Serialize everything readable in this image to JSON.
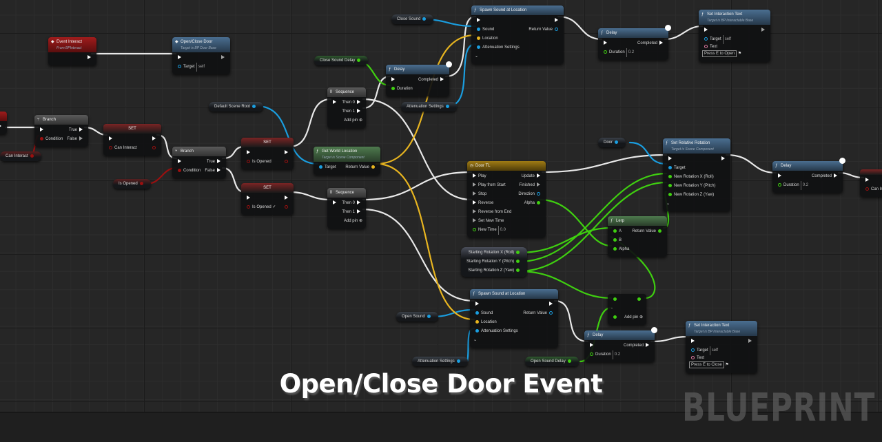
{
  "colors": {
    "exec": "#ffffff",
    "bool": "#9a1010",
    "object": "#1a9ee0",
    "vector": "#e8b520",
    "float": "#3fcf10",
    "text": "#e07aa0",
    "hdr_event": "#8a1616",
    "hdr_func": "#3a5a78",
    "hdr_flow": "#4a4a4a",
    "hdr_set": "#6a2020",
    "hdr_pure": "#3e6a3e",
    "hdr_timeline": "#8a6a10"
  },
  "title": "Open/Close Door Event",
  "watermark": "BLUEPRINT",
  "nodes": [
    {
      "id": "event-interact",
      "kind": "event",
      "icon": "event-icon",
      "title": "Event Interact",
      "subtitle": "From BPInteract",
      "rows": [
        [
          "",
          null,
          "",
          {
            "t": "exec"
          }
        ]
      ]
    },
    {
      "id": "open-close-door",
      "kind": "func",
      "icon": "event-icon",
      "title": "Open/Close Door",
      "subtitle": "Target is BP Door Base",
      "rows": [
        [
          {
            "t": "exec"
          },
          "",
          null,
          {
            "t": "exec-out"
          }
        ],
        [
          {
            "t": "object",
            "hollow": true
          },
          "Target",
          "self",
          null
        ]
      ]
    },
    {
      "id": "left-cut-event",
      "kind": "event",
      "title": "or",
      "rows": [
        [
          "",
          null,
          "",
          {
            "t": "exec"
          }
        ]
      ]
    },
    {
      "id": "branch-1",
      "kind": "flow",
      "icon": "branch-icon",
      "title": "Branch",
      "rows": [
        [
          {
            "t": "exec"
          },
          "",
          null,
          "True",
          {
            "t": "exec"
          }
        ],
        [
          {
            "t": "bool"
          },
          "Condition",
          null,
          "False",
          {
            "t": "exec-out"
          }
        ]
      ]
    },
    {
      "id": "set-can-interact",
      "kind": "set",
      "title": "SET",
      "rows": [
        [
          {
            "t": "exec"
          },
          "",
          null,
          "",
          {
            "t": "exec"
          }
        ],
        [
          {
            "t": "bool",
            "hollow": true
          },
          "Can Interact",
          null,
          "",
          {
            "t": "bool",
            "hollow": true
          }
        ]
      ]
    },
    {
      "id": "branch-2",
      "kind": "flow",
      "icon": "branch-icon",
      "title": "Branch",
      "rows": [
        [
          {
            "t": "exec"
          },
          "",
          null,
          "True",
          {
            "t": "exec"
          }
        ],
        [
          {
            "t": "bool"
          },
          "Condition",
          null,
          "False",
          {
            "t": "exec"
          }
        ]
      ]
    },
    {
      "id": "set-is-opened-false",
      "kind": "set",
      "title": "SET",
      "rows": [
        [
          {
            "t": "exec"
          },
          "",
          null,
          "",
          {
            "t": "exec"
          }
        ],
        [
          {
            "t": "bool",
            "hollow": true
          },
          "Is Opened",
          null,
          "",
          {
            "t": "bool",
            "hollow": true
          }
        ]
      ]
    },
    {
      "id": "set-is-opened-true",
      "kind": "set",
      "title": "SET",
      "rows": [
        [
          {
            "t": "exec"
          },
          "",
          null,
          "",
          {
            "t": "exec"
          }
        ],
        [
          {
            "t": "bool",
            "hollow": true
          },
          "Is Opened ✓",
          null,
          "",
          {
            "t": "bool",
            "hollow": true
          }
        ]
      ]
    },
    {
      "id": "sequence-1",
      "kind": "flow",
      "icon": "sequence-icon",
      "title": "Sequence",
      "rows": [
        [
          {
            "t": "exec"
          },
          "",
          null,
          "Then 0",
          {
            "t": "exec"
          }
        ],
        [
          "",
          null,
          "",
          "Then 1",
          {
            "t": "exec"
          }
        ],
        [
          "",
          null,
          "",
          "Add pin ⊕",
          null
        ]
      ]
    },
    {
      "id": "sequence-2",
      "kind": "flow",
      "icon": "sequence-icon",
      "title": "Sequence",
      "rows": [
        [
          {
            "t": "exec"
          },
          "",
          null,
          "Then 0",
          {
            "t": "exec"
          }
        ],
        [
          "",
          null,
          "",
          "Then 1",
          {
            "t": "exec"
          }
        ],
        [
          "",
          null,
          "",
          "Add pin ⊕",
          null
        ]
      ]
    },
    {
      "id": "get-world-location",
      "kind": "pure",
      "icon": "function-icon",
      "title": "Get World Location",
      "subtitle": "Target is Scene Component",
      "rows": [
        [
          {
            "t": "object"
          },
          "Target",
          null,
          "Return Value",
          {
            "t": "vector"
          }
        ]
      ]
    },
    {
      "id": "delay-close",
      "kind": "func",
      "icon": "function-icon",
      "clock": true,
      "title": "Delay",
      "rows": [
        [
          {
            "t": "exec"
          },
          "",
          null,
          "Completed",
          {
            "t": "exec"
          }
        ],
        [
          {
            "t": "float"
          },
          "Duration",
          null,
          "",
          null
        ]
      ]
    },
    {
      "id": "spawn-sound-close",
      "kind": "func",
      "icon": "function-icon",
      "title": "Spawn Sound at Location",
      "rows": [
        [
          {
            "t": "exec"
          },
          "",
          null,
          "",
          {
            "t": "exec"
          }
        ],
        [
          {
            "t": "object"
          },
          "Sound",
          null,
          "Return Value",
          {
            "t": "object",
            "hollow": true
          }
        ],
        [
          {
            "t": "vector"
          },
          "Location",
          null,
          "",
          null
        ],
        [
          {
            "t": "object"
          },
          "Attenuation Settings",
          null,
          "",
          null
        ],
        [
          "",
          "⌄",
          null,
          "",
          null
        ]
      ]
    },
    {
      "id": "delay-open-text",
      "kind": "func",
      "icon": "function-icon",
      "clock": true,
      "title": "Delay",
      "rows": [
        [
          {
            "t": "exec"
          },
          "",
          null,
          "Completed",
          {
            "t": "exec"
          }
        ],
        [
          {
            "t": "float",
            "hollow": true
          },
          "Duration",
          "0.2",
          "",
          null
        ]
      ]
    },
    {
      "id": "set-interaction-text-open",
      "kind": "func",
      "icon": "function-icon",
      "title": "Set Interaction Text",
      "subtitle": "Target is BP Interactable Base",
      "rows": [
        [
          {
            "t": "exec"
          },
          "",
          null,
          "",
          {
            "t": "exec-out"
          }
        ],
        [
          {
            "t": "object",
            "hollow": true
          },
          "Target",
          "self",
          null
        ],
        [
          {
            "t": "text",
            "hollow": true
          },
          "Text",
          {
            "box": "Press E to Open"
          },
          null
        ]
      ]
    },
    {
      "id": "door-tl",
      "kind": "timeline",
      "icon": "timeline-icon",
      "title": "Door TL",
      "rows": [
        [
          {
            "t": "exec"
          },
          "Play",
          null,
          "Update",
          {
            "t": "exec"
          }
        ],
        [
          {
            "t": "exec-out"
          },
          "Play from Start",
          null,
          "Finished",
          {
            "t": "exec-out"
          }
        ],
        [
          {
            "t": "exec-out"
          },
          "Stop",
          null,
          "Direction",
          {
            "t": "object",
            "hollow": true
          }
        ],
        [
          {
            "t": "exec"
          },
          "Reverse",
          null,
          "Alpha",
          {
            "t": "float"
          }
        ],
        [
          {
            "t": "exec-out"
          },
          "Reverse from End",
          null,
          "",
          null
        ],
        [
          {
            "t": "exec-out"
          },
          "Set New Time",
          null,
          "",
          null
        ],
        [
          {
            "t": "float",
            "hollow": true
          },
          "New Time",
          "0.0",
          "",
          null
        ]
      ]
    },
    {
      "id": "set-relative-rotation",
      "kind": "func",
      "icon": "function-icon",
      "title": "Set Relative Rotation",
      "subtitle": "Target is Scene Component",
      "rows": [
        [
          {
            "t": "exec"
          },
          "",
          null,
          "",
          {
            "t": "exec"
          }
        ],
        [
          {
            "t": "object"
          },
          "Target",
          null,
          "",
          null
        ],
        [
          {
            "t": "float"
          },
          "New Rotation X (Roll)",
          null,
          "",
          null
        ],
        [
          {
            "t": "float"
          },
          "New Rotation Y (Pitch)",
          null,
          "",
          null
        ],
        [
          {
            "t": "float"
          },
          "New Rotation Z (Yaw)",
          null,
          "",
          null
        ],
        [
          "",
          "⌄",
          null,
          "",
          null
        ]
      ]
    },
    {
      "id": "delay-rotation",
      "kind": "func",
      "icon": "function-icon",
      "clock": true,
      "title": "Delay",
      "rows": [
        [
          {
            "t": "exec"
          },
          "",
          null,
          "Completed",
          {
            "t": "exec"
          }
        ],
        [
          {
            "t": "float",
            "hollow": true
          },
          "Duration",
          "0.2",
          "",
          null
        ]
      ]
    },
    {
      "id": "right-cut-set",
      "kind": "set",
      "title": "",
      "rows": [
        [
          {
            "t": "exec"
          },
          "",
          null,
          "",
          null
        ],
        [
          {
            "t": "bool",
            "hollow": true
          },
          "Can Inte",
          null,
          "",
          null
        ]
      ]
    },
    {
      "id": "lerp",
      "kind": "pure",
      "icon": "function-icon",
      "title": "Lerp",
      "rows": [
        [
          {
            "t": "float"
          },
          "A",
          null,
          "Return Value",
          {
            "t": "float"
          }
        ],
        [
          {
            "t": "float"
          },
          "B",
          null,
          "",
          null
        ],
        [
          {
            "t": "float"
          },
          "Alpha",
          null,
          "",
          null
        ]
      ]
    },
    {
      "id": "spawn-sound-open",
      "kind": "func",
      "icon": "function-icon",
      "title": "Spawn Sound at Location",
      "rows": [
        [
          {
            "t": "exec"
          },
          "",
          null,
          "",
          {
            "t": "exec"
          }
        ],
        [
          {
            "t": "object"
          },
          "Sound",
          null,
          "Return Value",
          {
            "t": "object",
            "hollow": true
          }
        ],
        [
          {
            "t": "vector"
          },
          "Location",
          null,
          "",
          null
        ],
        [
          {
            "t": "object"
          },
          "Attenuation Settings",
          null,
          "",
          null
        ],
        [
          "",
          "⌄",
          null,
          "",
          null
        ]
      ]
    },
    {
      "id": "math-node",
      "kind": "plain",
      "title": "",
      "rows": [
        [
          {
            "t": "float"
          },
          "",
          null,
          "",
          {
            "t": "float"
          }
        ],
        [
          "",
          "-",
          null,
          "",
          null
        ],
        [
          {
            "t": "float"
          },
          "",
          null,
          "Add pin ⊕",
          null
        ]
      ]
    },
    {
      "id": "delay-close-text",
      "kind": "func",
      "icon": "function-icon",
      "clock": true,
      "title": "Delay",
      "rows": [
        [
          {
            "t": "exec"
          },
          "",
          null,
          "Completed",
          {
            "t": "exec"
          }
        ],
        [
          {
            "t": "float",
            "hollow": true
          },
          "Duration",
          "0.2",
          "",
          null
        ]
      ]
    },
    {
      "id": "set-interaction-text-close",
      "kind": "func",
      "icon": "function-icon",
      "title": "Set Interaction Text",
      "subtitle": "Target is BP Interactable Base",
      "rows": [
        [
          {
            "t": "exec"
          },
          "",
          null,
          "",
          {
            "t": "exec-out"
          }
        ],
        [
          {
            "t": "object",
            "hollow": true
          },
          "Target",
          "self",
          null
        ],
        [
          {
            "t": "text",
            "hollow": true
          },
          "Text",
          {
            "box": "Press E to Close"
          },
          null
        ]
      ]
    }
  ],
  "variables": [
    {
      "id": "can-interact",
      "label": "Can Interact",
      "type": "bool"
    },
    {
      "id": "is-opened",
      "label": "Is Opened",
      "type": "bool"
    },
    {
      "id": "default-scene-root",
      "label": "Default Scene Root",
      "type": "object"
    },
    {
      "id": "close-sound-delay",
      "label": "Close Sound Delay",
      "type": "float"
    },
    {
      "id": "attenuation-settings-1",
      "label": "Attenuation Settings",
      "type": "object"
    },
    {
      "id": "close-sound",
      "label": "Close Sound",
      "type": "object"
    },
    {
      "id": "door",
      "label": "Door",
      "type": "object"
    },
    {
      "id": "open-sound",
      "label": "Open Sound",
      "type": "object"
    },
    {
      "id": "attenuation-settings-2",
      "label": "Attenuation Settings",
      "type": "object"
    },
    {
      "id": "open-sound-delay",
      "label": "Open Sound Delay",
      "type": "float"
    }
  ],
  "starting_rotation": {
    "lines": [
      "Starting Rotation X (Roll)",
      "Starting Rotation Y (Pitch)",
      "Starting Rotation Z (Yaw)"
    ],
    "type": "float"
  }
}
